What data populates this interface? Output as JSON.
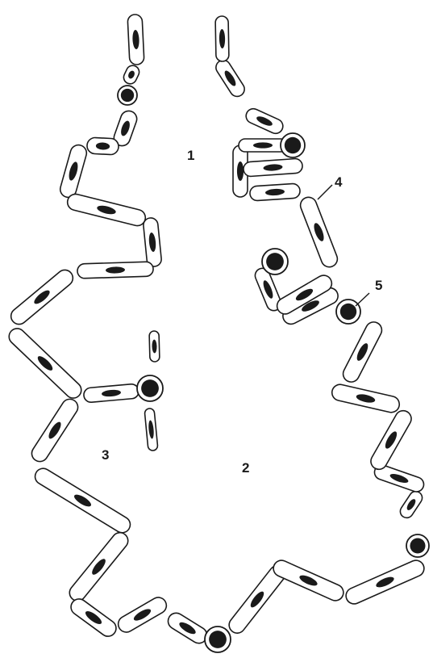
{
  "labels": {
    "l1": "1",
    "l2": "2",
    "l3": "3",
    "l4": "4",
    "l5": "5"
  },
  "colors": {
    "ink": "#1a1a1a",
    "cell_fill": "#ffffff",
    "nucleus": "#1a1a1a",
    "background": "#ffffff"
  }
}
